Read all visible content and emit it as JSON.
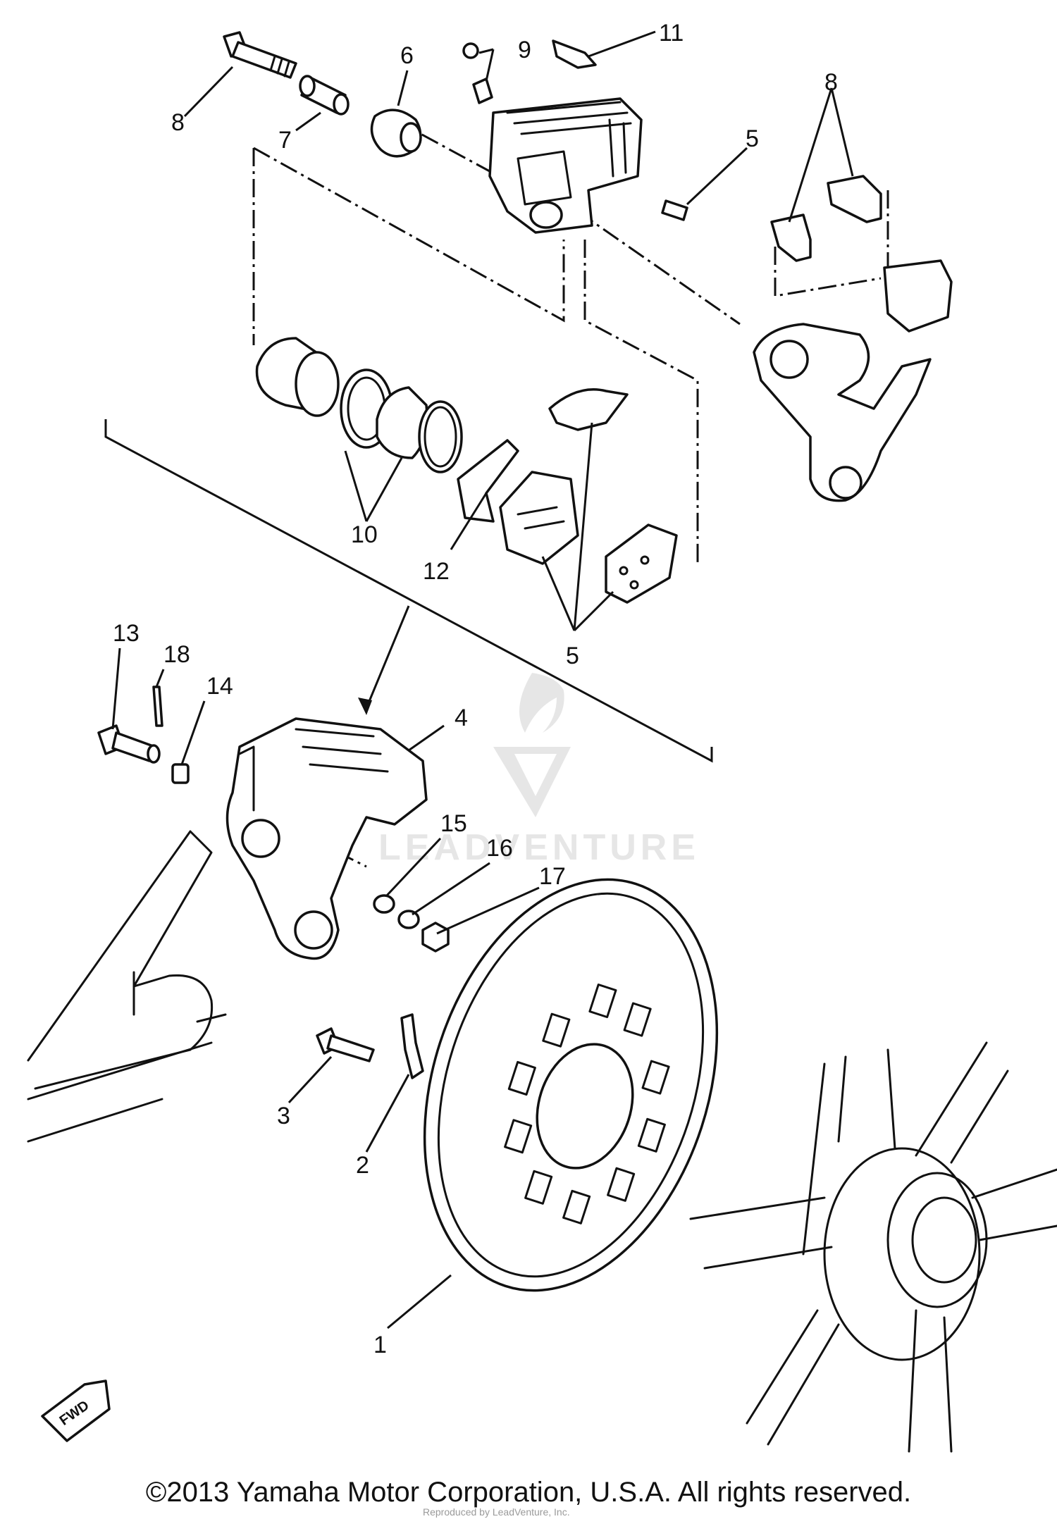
{
  "callouts": {
    "c1": "1",
    "c2": "2",
    "c3": "3",
    "c4": "4",
    "c5a": "5",
    "c5b": "5",
    "c6": "6",
    "c7": "7",
    "c8a": "8",
    "c8b": "8",
    "c9": "9",
    "c10": "10",
    "c11": "11",
    "c12": "12",
    "c13": "13",
    "c14": "14",
    "c15": "15",
    "c16": "16",
    "c17": "17",
    "c18": "18"
  },
  "fwd_marker": "FWD",
  "watermark": "LEADVENTURE",
  "copyright": "©2013 Yamaha Motor Corporation, U.S.A. All rights reserved.",
  "subnote": "Reproduced by LeadVenture, Inc."
}
